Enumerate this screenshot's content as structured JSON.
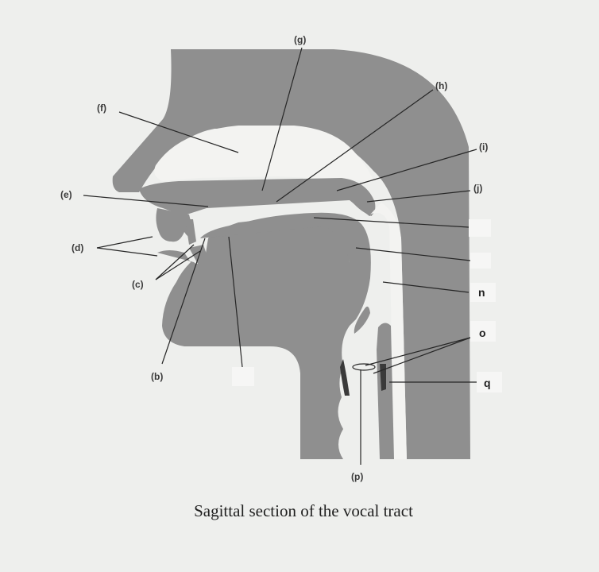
{
  "caption": "Sagittal section of the vocal tract",
  "labels": {
    "b": "(b)",
    "c": "(c)",
    "d": "(d)",
    "e": "(e)",
    "f": "(f)",
    "g": "(g)",
    "h": "(h)",
    "i": "(i)",
    "j": "(j)",
    "n": "n",
    "o": "o",
    "p": "(p)",
    "q": "q"
  },
  "colors": {
    "tissue": "#8f8f8f",
    "background": "#eeefed",
    "ink": "#262626"
  }
}
